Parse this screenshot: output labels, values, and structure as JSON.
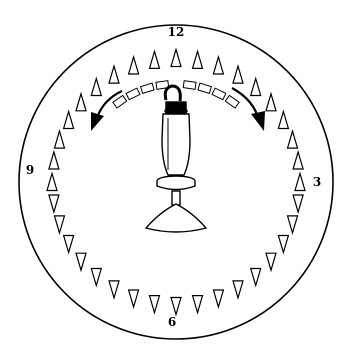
{
  "dial": {
    "labels": {
      "top": "12",
      "right": "3",
      "bottom": "6",
      "left": "9"
    },
    "marker_count": 36,
    "arc_boxes_per_side": 4
  },
  "colors": {
    "ink": "#000000",
    "background": "#ffffff"
  },
  "icons": [
    "clock-face-outline",
    "triangle-marker",
    "curved-arrow",
    "lamp-icon"
  ]
}
